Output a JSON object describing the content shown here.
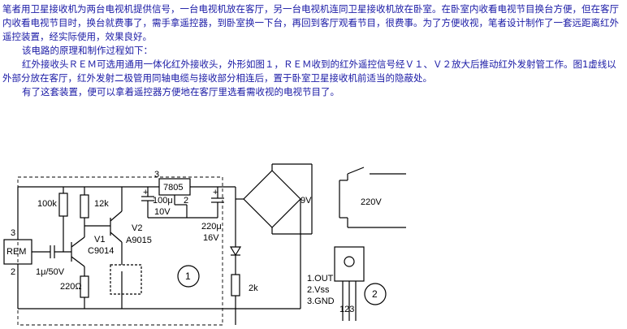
{
  "article": {
    "paragraphs": [
      "笔者用卫星接收机为两台电视机提供信号，一台电视机放在客厅，另一台电视机连同卫星接收机放在卧室。在卧室内收看电视节目换台方便，但在客厅内收看电视节目时，换台就费事了，需手拿遥控器，到卧室换一下台，再回到客厅观看节目，很费事。为了方便收视，笔者设计制作了一套远距离红外遥控装置，经实际使用，效果良好。",
      "该电路的原理和制作过程如下：",
      "红外接收头ＲＥＭ可选用通用一体化红外接收头，外形如图１，ＲＥＭ收到的红外遥控信号经Ｖ１、Ｖ２放大后推动红外发射管工作。图1虚线以外部分放在客厅，红外发射二极管用同轴电缆与接收部分相连后，置于卧室卫星接收机前适当的隐蔽处。",
      "有了这套装置，便可以拿着遥控器方便地在客厅里选看需收视的电视节目了。"
    ]
  },
  "schematic": {
    "rem": "REM",
    "rem_pin_top": "3",
    "rem_pin_bottom": "2",
    "r1": "100k",
    "r2": "12k",
    "r3": "220Ω",
    "r4": "2k",
    "c1": "1μ/50V",
    "c2_a": "100μ",
    "c2_b": "10V",
    "c3_a": "220μ",
    "c3_b": "16V",
    "reg": "7805",
    "reg_pin_in": "3",
    "reg_pin_gnd": "2",
    "v1_a": "V1",
    "v1_b": "C9014",
    "v2_a": "V2",
    "v2_b": "A9015",
    "fig1": "1",
    "volt9": "9V",
    "volt220": "220V",
    "plus1": "+",
    "plus2": "+",
    "pin1": "1.OUT",
    "pin2": "2.Vss",
    "pin3": "3.GND",
    "pins": "123",
    "fig2": "2"
  }
}
